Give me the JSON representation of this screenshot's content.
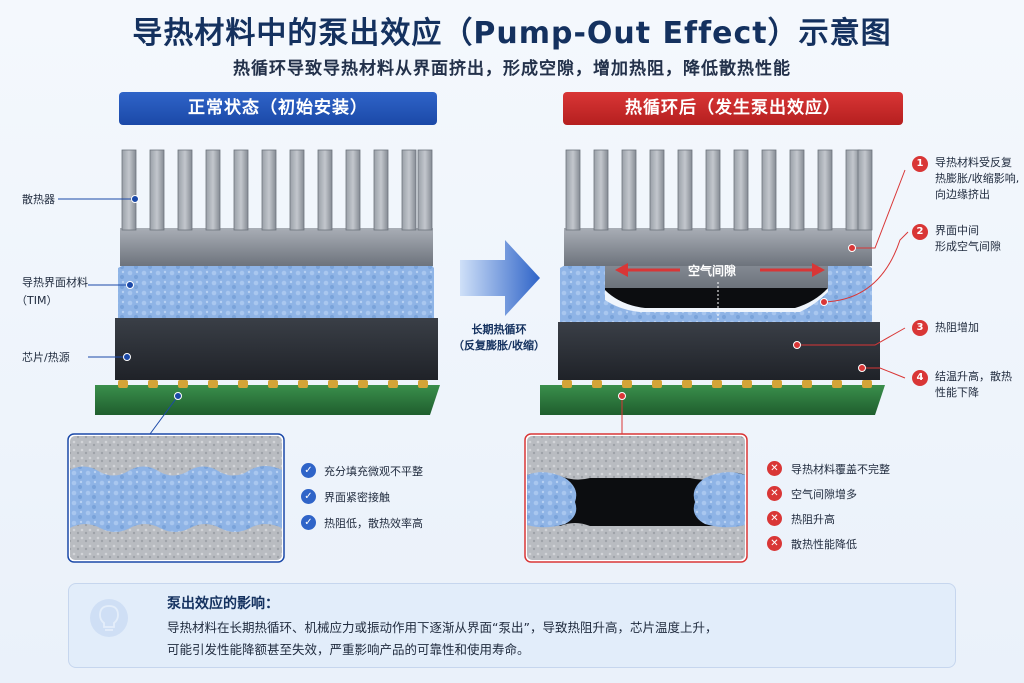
{
  "title": "导热材料中的泵出效应（Pump-Out Effect）示意图",
  "subtitle": "热循环导致导热材料从界面挤出，形成空隙，增加热阻，降低散热性能",
  "left_panel": {
    "banner": "正常状态（初始安装）",
    "labels": {
      "heatsink": "散热器",
      "tim_line1": "导热界面材料",
      "tim_line2": "（TIM）",
      "chip": "芯片/热源"
    },
    "bullets": [
      "充分填充微观不平整",
      "界面紧密接触",
      "热阻低，散热效率高"
    ]
  },
  "arrow": {
    "line1": "长期热循环",
    "line2": "（反复膨胀/收缩）"
  },
  "right_panel": {
    "banner": "热循环后（发生泵出效应）",
    "air_gap_label": "空气间隙",
    "annotations": [
      {
        "num": "1",
        "lines": [
          "导热材料受反复",
          "热膨胀/收缩影响,",
          "向边缘挤出"
        ]
      },
      {
        "num": "2",
        "lines": [
          "界面中间",
          "形成空气间隙"
        ]
      },
      {
        "num": "3",
        "lines": [
          "热阻增加"
        ]
      },
      {
        "num": "4",
        "lines": [
          "结温升高，散热",
          "性能下降"
        ]
      }
    ],
    "bullets": [
      "导热材料覆盖不完整",
      "空气间隙增多",
      "热阻升高",
      "散热性能降低"
    ]
  },
  "impact": {
    "title": "泵出效应的影响：",
    "line1": "导热材料在长期热循环、机械应力或振动作用下逐渐从界面“泵出”，导致热阻升高，芯片温度上升，",
    "line2": "可能引发性能降额甚至失效，严重影响产品的可靠性和使用寿命。"
  },
  "colors": {
    "blue_accent": "#1b49a8",
    "red_accent": "#d93636",
    "tim_blue": "#8fb4e6",
    "pcb_green": "#2f7a3f",
    "chip_dark": "#2b2f36",
    "heatsink_gray": "#8a9099"
  }
}
